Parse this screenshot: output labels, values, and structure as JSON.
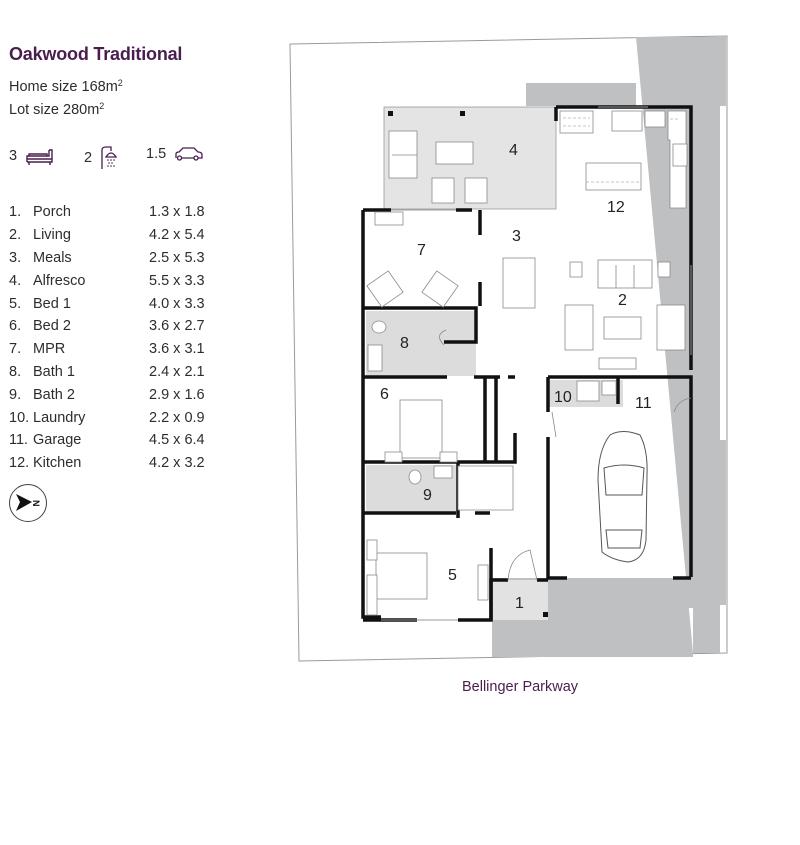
{
  "header": {
    "title": "Oakwood Traditional",
    "home_size_label": "Home size 168m",
    "lot_size_label": "Lot size 280m",
    "unit_superscript": "2"
  },
  "features": {
    "bedrooms": "3",
    "bathrooms": "2",
    "car_spaces": "1.5"
  },
  "rooms": [
    {
      "num": "1.",
      "name": "Porch",
      "size": "1.3 x 1.8"
    },
    {
      "num": "2.",
      "name": "Living",
      "size": "4.2 x 5.4"
    },
    {
      "num": "3.",
      "name": "Meals",
      "size": "2.5 x 5.3"
    },
    {
      "num": "4.",
      "name": "Alfresco",
      "size": "5.5 x 3.3"
    },
    {
      "num": "5.",
      "name": "Bed 1",
      "size": "4.0 x 3.3"
    },
    {
      "num": "6.",
      "name": "Bed 2",
      "size": "3.6 x 2.7"
    },
    {
      "num": "7.",
      "name": "MPR",
      "size": "3.6 x 3.1"
    },
    {
      "num": "8.",
      "name": "Bath 1",
      "size": "2.4 x 2.1"
    },
    {
      "num": "9.",
      "name": "Bath 2",
      "size": "2.9 x 1.6"
    },
    {
      "num": "10.",
      "name": "Laundry",
      "size": "2.2 x 0.9"
    },
    {
      "num": "11.",
      "name": "Garage",
      "size": "4.5 x 6.4"
    },
    {
      "num": "12.",
      "name": "Kitchen",
      "size": "4.2 x 3.2"
    }
  ],
  "compass": {
    "label": "N"
  },
  "plan_labels": {
    "r1": "1",
    "r2": "2",
    "r3": "3",
    "r4": "4",
    "r5": "5",
    "r6": "6",
    "r7": "7",
    "r8": "8",
    "r9": "9",
    "r10": "10",
    "r11": "11",
    "r12": "12"
  },
  "street": "Bellinger Parkway",
  "colors": {
    "brand": "#4a1d4f",
    "wall": "#111111",
    "driveway": "#bfc0c1",
    "wet_area": "#d9d9d9",
    "lot_line": "#9a9a9a"
  }
}
